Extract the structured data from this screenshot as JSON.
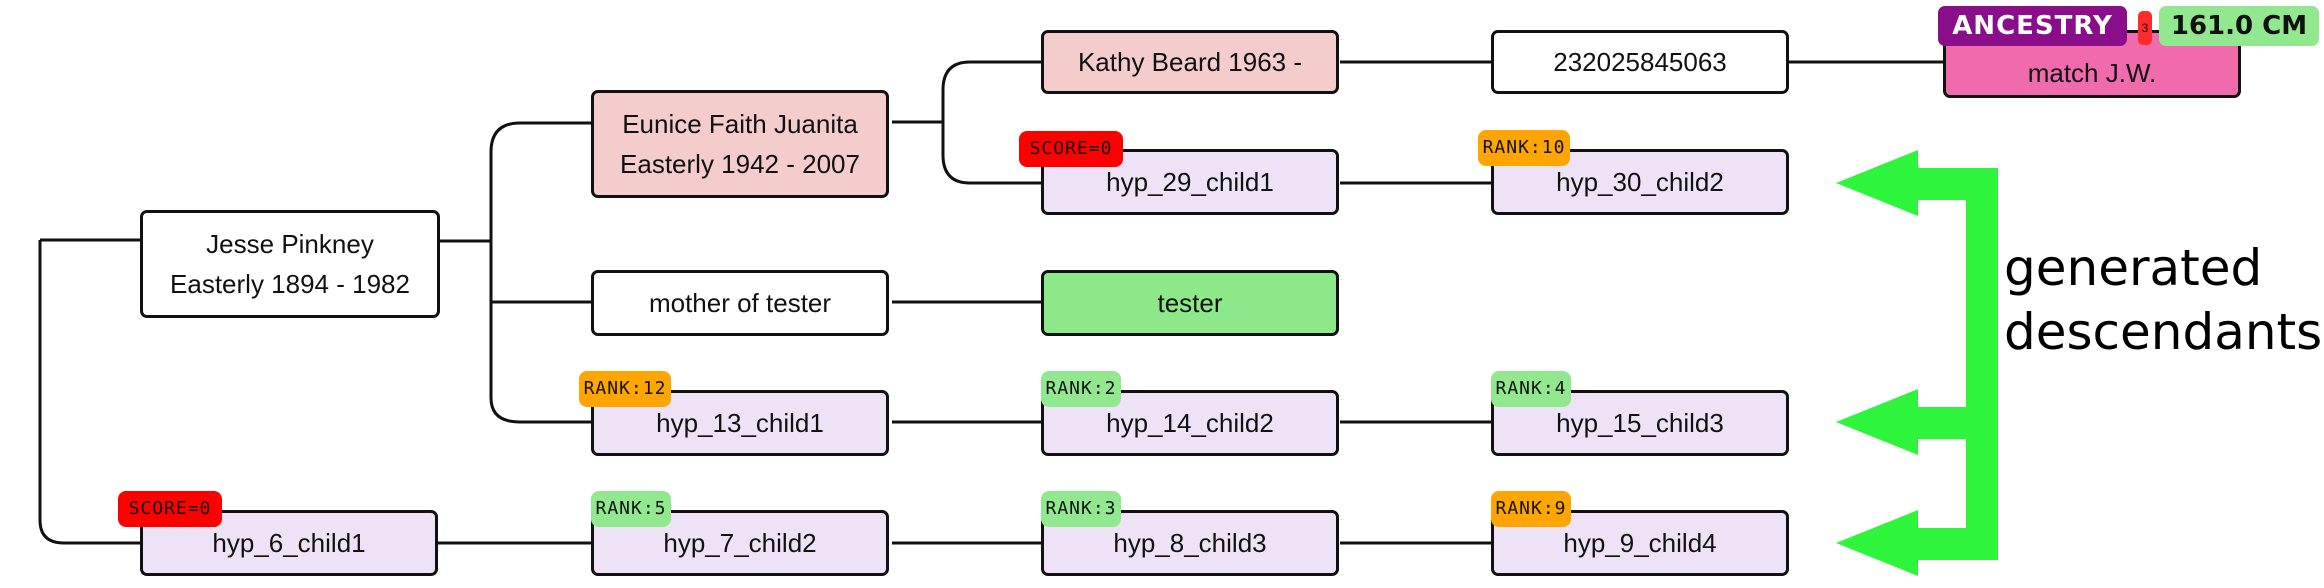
{
  "nodes": {
    "jesse": {
      "line1": "Jesse Pinkney",
      "line2": "Easterly 1894 - 1982"
    },
    "eunice": {
      "line1": "Eunice Faith Juanita",
      "line2": "Easterly 1942 - 2007"
    },
    "kathy": {
      "label": "Kathy Beard 1963 -"
    },
    "match_id": {
      "label": "232025845063"
    },
    "match": {
      "label": "match J.W."
    },
    "mother": {
      "label": "mother of tester"
    },
    "tester": {
      "label": "tester"
    },
    "hyp_29": {
      "label": "hyp_29_child1",
      "badge": "SCORE=0"
    },
    "hyp_30": {
      "label": "hyp_30_child2",
      "badge": "RANK:10"
    },
    "hyp_13": {
      "label": "hyp_13_child1",
      "badge": "RANK:12"
    },
    "hyp_14": {
      "label": "hyp_14_child2",
      "badge": "RANK:2"
    },
    "hyp_15": {
      "label": "hyp_15_child3",
      "badge": "RANK:4"
    },
    "hyp_6": {
      "label": "hyp_6_child1",
      "badge": "SCORE=0"
    },
    "hyp_7": {
      "label": "hyp_7_child2",
      "badge": "RANK:5"
    },
    "hyp_8": {
      "label": "hyp_8_child3",
      "badge": "RANK:3"
    },
    "hyp_9": {
      "label": "hyp_9_child4",
      "badge": "RANK:9"
    }
  },
  "match_badges": {
    "ancestry": "ANCESTRY",
    "small": "3",
    "cm": "161.0 CM"
  },
  "legend": {
    "line1": "generated",
    "line2": "descendants"
  },
  "colors": {
    "rank_high": "#ffa500",
    "rank_low": "#92e88e",
    "score": "#ff0000",
    "hyp_fill": "#eee3f6",
    "ancestor_fill": "#f4cccc",
    "tester_fill": "#8de88a",
    "match_fill": "#f06bab",
    "arrow": "#2ef53c"
  }
}
